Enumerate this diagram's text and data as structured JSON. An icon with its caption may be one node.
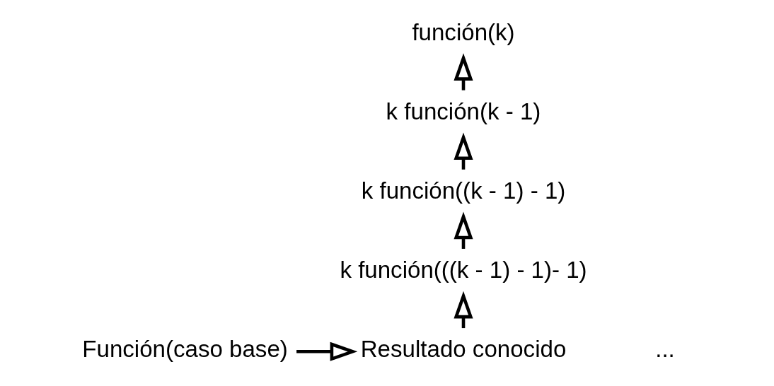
{
  "diagram": {
    "nodes": [
      {
        "text": [
          "función(k)"
        ]
      },
      {
        "text": [
          "k función(k - 1)"
        ]
      },
      {
        "text": [
          "k función((k - 1) - 1)"
        ]
      },
      {
        "text": [
          "k función(((k - 1) - 1)- 1)"
        ]
      },
      {
        "text": [
          "Función(caso base)"
        ]
      },
      {
        "text": [
          "Resultado conocido"
        ]
      }
    ],
    "edges": [
      {
        "from": 4,
        "to": 5,
        "arrow": "to"
      },
      {
        "from": 5,
        "to": 3,
        "arrow": "to"
      },
      {
        "from": 3,
        "to": 2,
        "arrow": "to"
      },
      {
        "from": 2,
        "to": 1,
        "arrow": "to"
      },
      {
        "from": 1,
        "to": 0,
        "arrow": "to"
      }
    ],
    "labels": [
      "..."
    ]
  }
}
